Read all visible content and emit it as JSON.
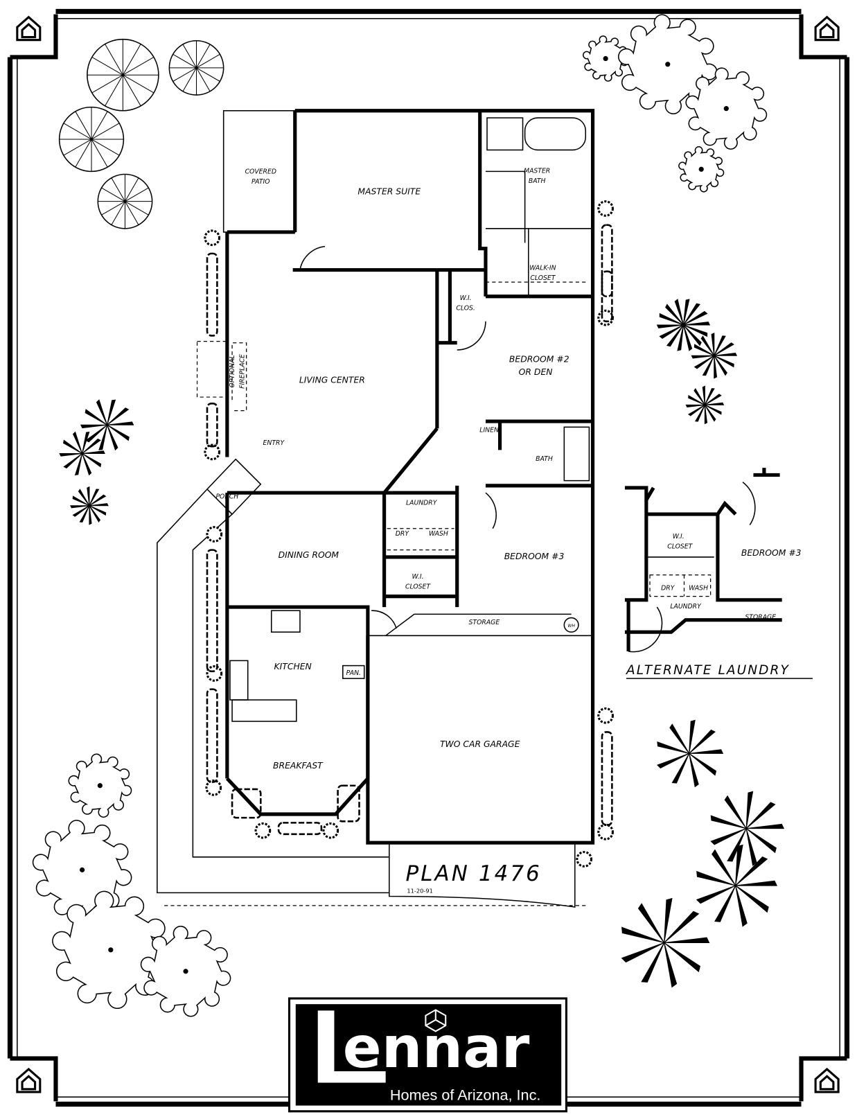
{
  "plan": {
    "title": "PLAN 1476",
    "date": "11-20-91"
  },
  "rooms": {
    "covered_patio": [
      "COVERED",
      "PATIO"
    ],
    "master_suite": "MASTER SUITE",
    "master_bath": [
      "MASTER",
      "BATH"
    ],
    "walk_in_closet": [
      "WALK-IN",
      "CLOSET"
    ],
    "wi_clos": [
      "W.I.",
      "CLOS."
    ],
    "bedroom2": [
      "BEDROOM #2",
      "OR DEN"
    ],
    "living_center": "LIVING CENTER",
    "optional_fireplace": [
      "OPTIONAL",
      "FIREPLACE"
    ],
    "entry": "ENTRY",
    "porch": "PORCH",
    "linen": "LINEN",
    "bath": "BATH",
    "laundry": "LAUNDRY",
    "dry": "DRY",
    "wash": "WASH",
    "wi_closet": [
      "W.I.",
      "CLOSET"
    ],
    "bedroom3": "BEDROOM #3",
    "dining_room": "DINING ROOM",
    "storage": "STORAGE",
    "wh": "WH",
    "kitchen": "KITCHEN",
    "pan": "PAN.",
    "two_car_garage": "TWO CAR GARAGE",
    "breakfast": "BREAKFAST"
  },
  "alternate_laundry": {
    "title": "ALTERNATE LAUNDRY",
    "wi_closet": [
      "W.I.",
      "CLOSET"
    ],
    "bedroom3": "BEDROOM #3",
    "dry": "DRY",
    "wash": "WASH",
    "laundry": "LAUNDRY",
    "storage": "STORAGE"
  },
  "logo": {
    "name": "Lennar",
    "subtitle": "Homes of Arizona, Inc."
  }
}
